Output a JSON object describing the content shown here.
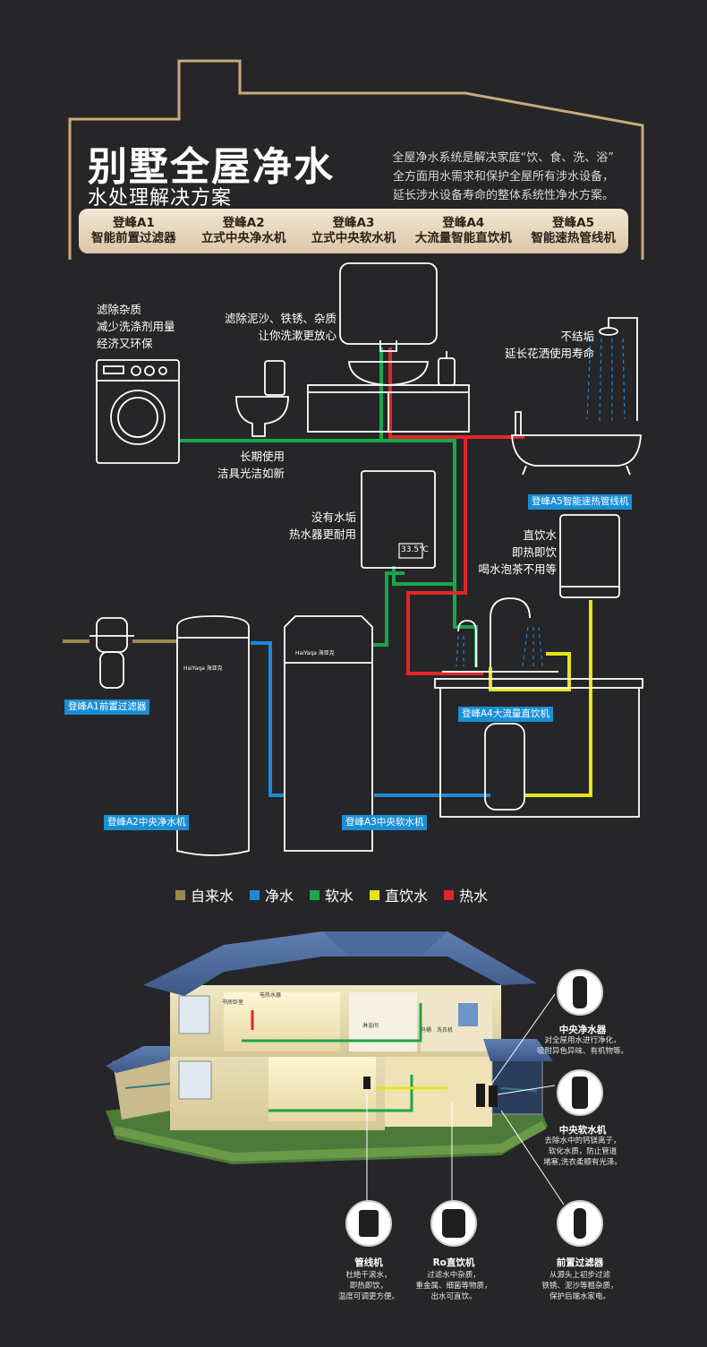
{
  "header": {
    "title": "别墅全屋净水",
    "subtitle": "水处理解决方案",
    "description_lines": [
      "全屋净水系统是解决家庭“饮、食、洗、浴”",
      "全方面用水需求和保护全屋所有涉水设备，",
      "延长涉水设备寿命的整体系统性净水方案。"
    ]
  },
  "products": [
    {
      "code": "登峰A1",
      "name": "智能前置过滤器"
    },
    {
      "code": "登峰A2",
      "name": "立式中央净水机"
    },
    {
      "code": "登峰A3",
      "name": "立式中央软水机"
    },
    {
      "code": "登峰A4",
      "name": "大流量智能直饮机"
    },
    {
      "code": "登峰A5",
      "name": "智能速热管线机"
    }
  ],
  "diagram": {
    "washer_note": [
      "滤除杂质",
      "减少洗涤剂用量",
      "经济又环保"
    ],
    "basin_note": [
      "滤除泥沙、铁锈、杂质",
      "让你洗漱更放心"
    ],
    "shower_note": [
      "不结垢",
      "延长花洒使用寿命"
    ],
    "toilet_note": [
      "长期使用",
      "洁具光洁如新"
    ],
    "heater_note": [
      "没有水垢",
      "热水器更耐用"
    ],
    "heater_display": "33.5°C",
    "dispenser_note": [
      "直饮水",
      "即热即饮",
      "喝水泡茶不用等"
    ],
    "tags": {
      "a1": "登峰A1前置过滤器",
      "a2": "登峰A2中央净水机",
      "a3": "登峰A3中央软水机",
      "a4": "登峰A4大流量直饮机",
      "a5": "登峰A5智能速热管线机"
    },
    "brand_small": "HaiYaqa 海亚克"
  },
  "legend": [
    {
      "label": "自来水",
      "color": "#9a8a4e"
    },
    {
      "label": "净水",
      "color": "#1e88d8"
    },
    {
      "label": "软水",
      "color": "#1aa64a"
    },
    {
      "label": "直饮水",
      "color": "#e8e21a"
    },
    {
      "label": "热水",
      "color": "#e2262b"
    }
  ],
  "house": {
    "room_labels": [
      "书房卧室",
      "电热水器",
      "淋浴间",
      "马桶",
      "洗衣机"
    ],
    "callouts": [
      {
        "name": "中央净水器",
        "desc": [
          "对全屋用水进行净化，",
          "吸附异色异味、有机物等。"
        ]
      },
      {
        "name": "中央软水机",
        "desc": [
          "去除水中的钙镁离子，",
          "软化水质，防止管道",
          "堵塞,洗衣柔顺有光泽。"
        ]
      },
      {
        "name": "管线机",
        "desc": [
          "杜绝千滚水，",
          "即热即饮，",
          "温度可调更方便。"
        ]
      },
      {
        "name": "Ro直饮机",
        "desc": [
          "过滤水中杂质，",
          "重金属、细菌等物质，",
          "出水可直饮。"
        ]
      },
      {
        "name": "前置过滤器",
        "desc": [
          "从源头上初步过滤",
          "铁锈、泥沙等粗杂质，",
          "保护后端水家电。"
        ]
      }
    ]
  }
}
